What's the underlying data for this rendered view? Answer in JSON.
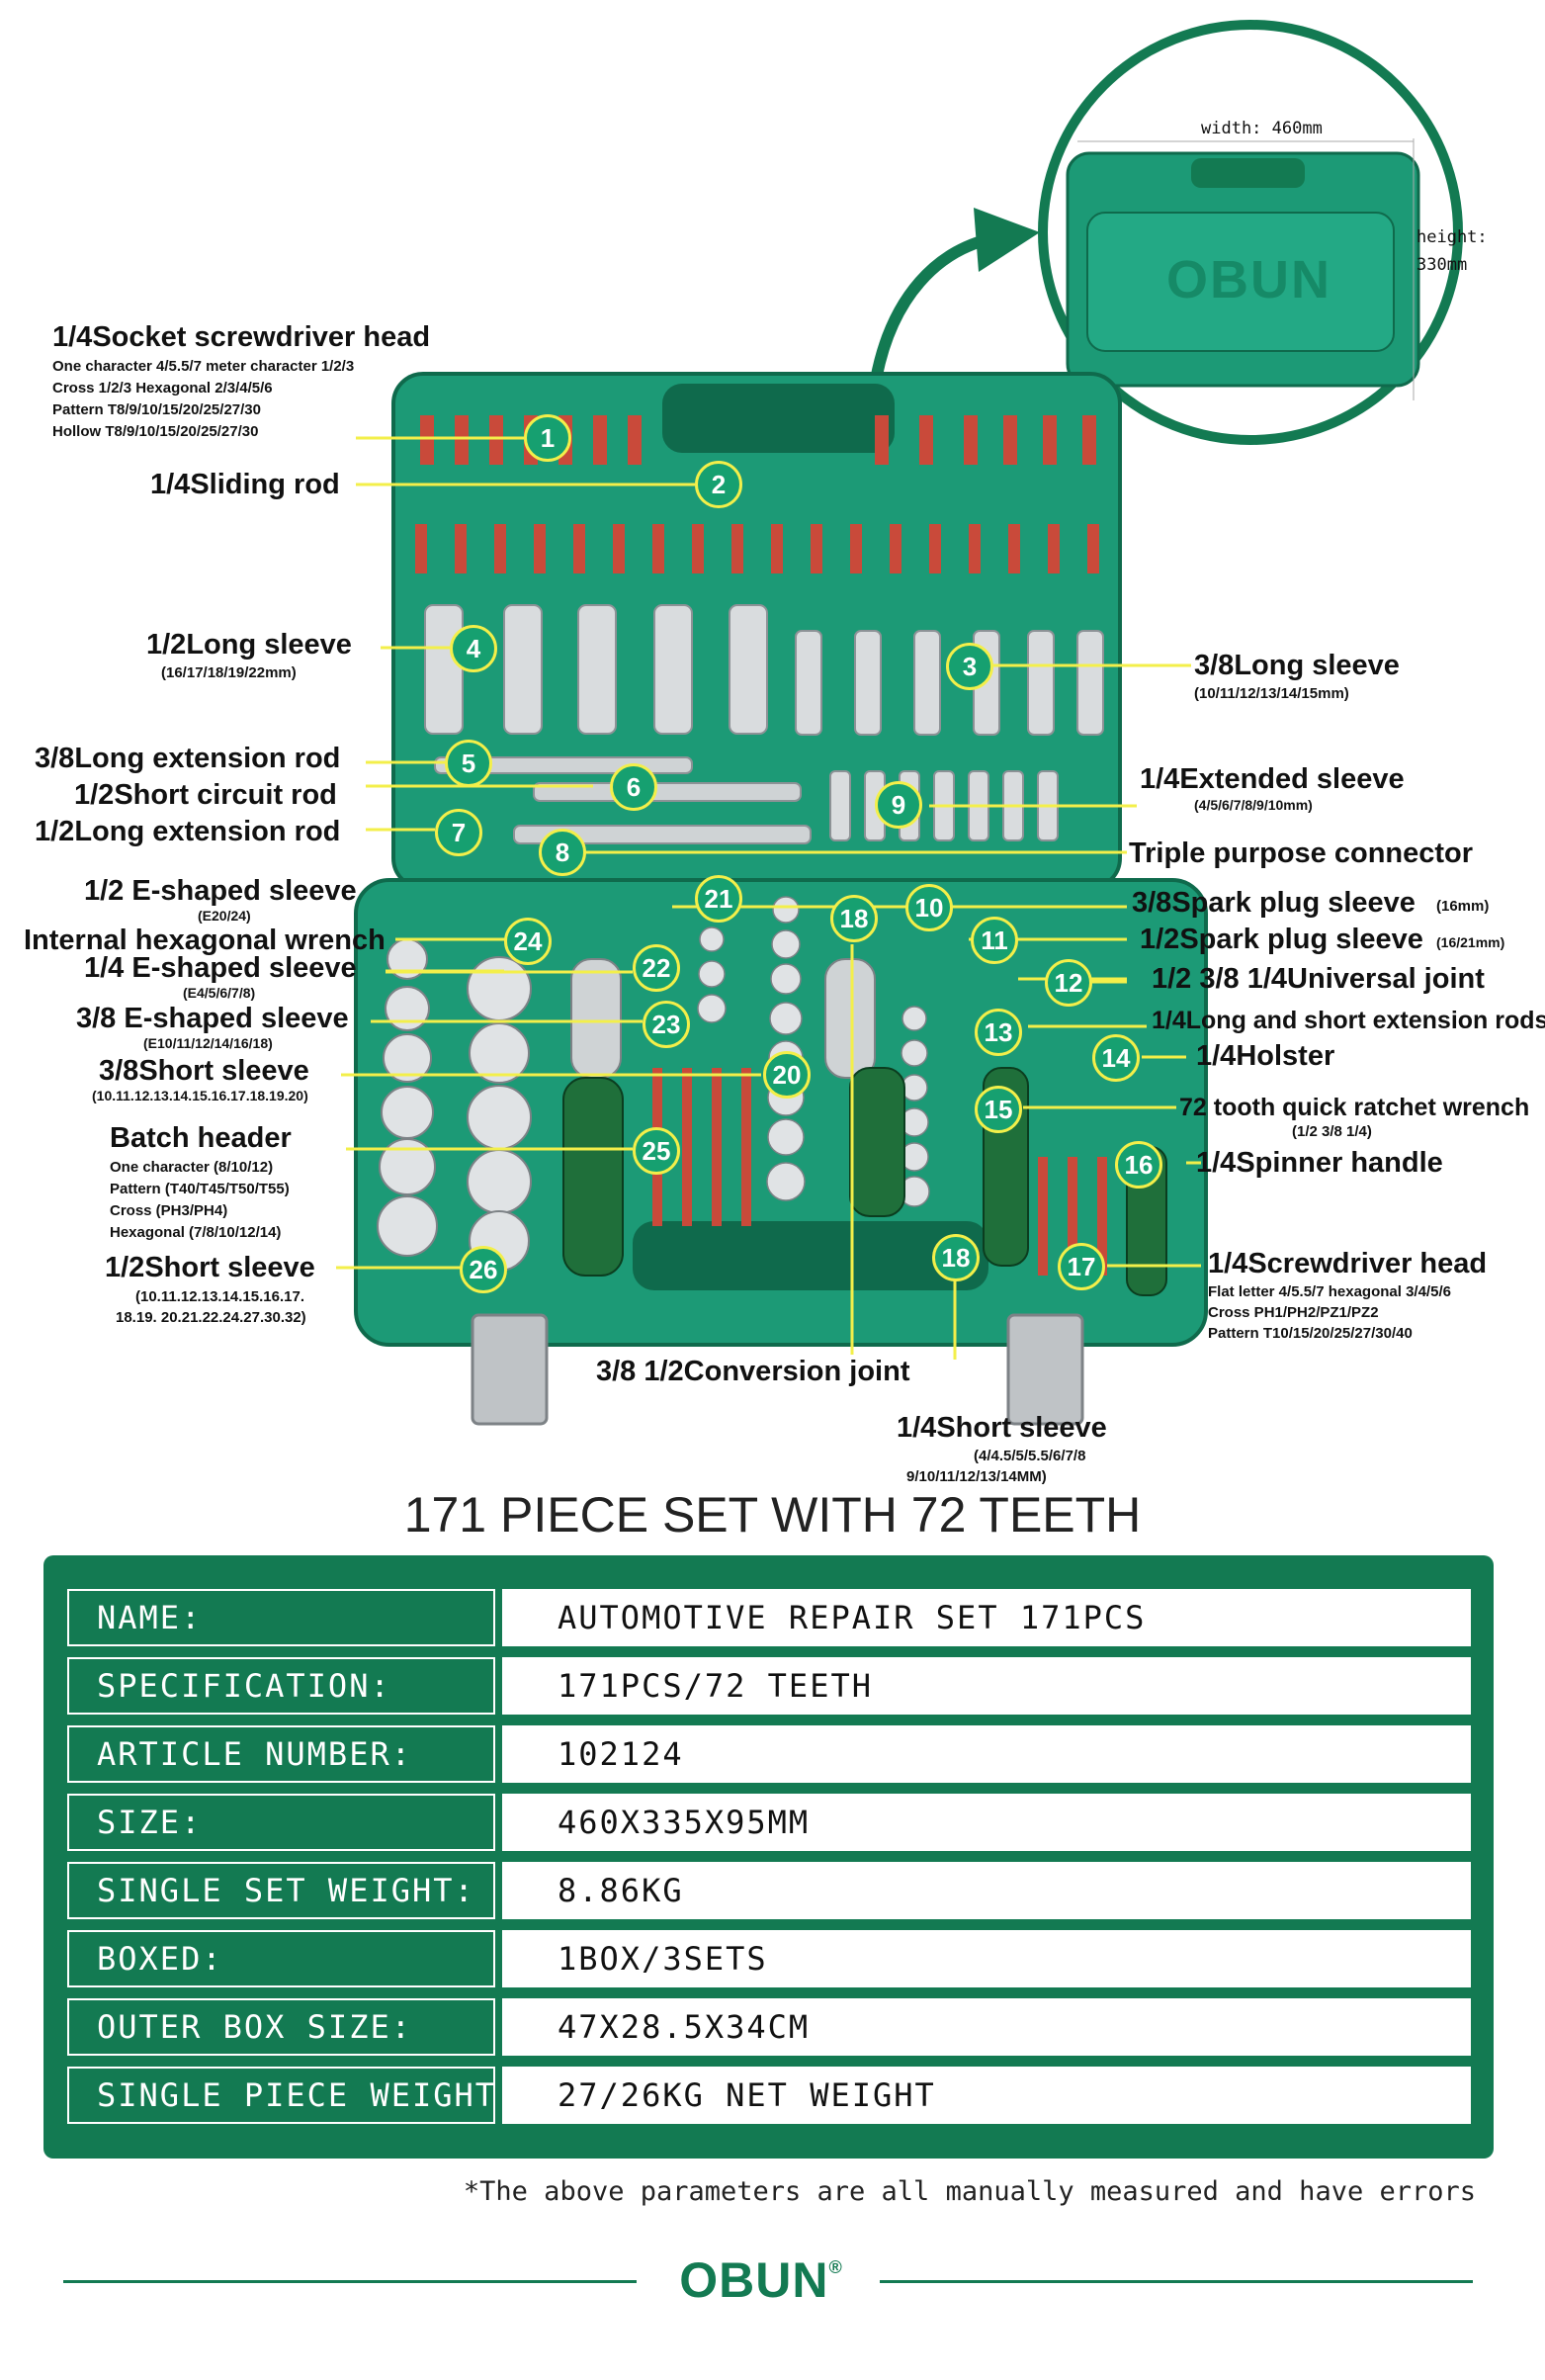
{
  "callouts": [
    {
      "n": "1"
    },
    {
      "n": "2"
    },
    {
      "n": "3"
    },
    {
      "n": "4"
    },
    {
      "n": "5"
    },
    {
      "n": "6"
    },
    {
      "n": "7"
    },
    {
      "n": "8"
    },
    {
      "n": "9"
    },
    {
      "n": "10"
    },
    {
      "n": "11"
    },
    {
      "n": "12"
    },
    {
      "n": "13"
    },
    {
      "n": "14"
    },
    {
      "n": "15"
    },
    {
      "n": "16"
    },
    {
      "n": "17"
    },
    {
      "n": "18"
    },
    {
      "n": "18"
    },
    {
      "n": "20"
    },
    {
      "n": "21"
    },
    {
      "n": "22"
    },
    {
      "n": "23"
    },
    {
      "n": "24"
    },
    {
      "n": "25"
    },
    {
      "n": "26"
    }
  ],
  "inset": {
    "width_label": "width: 460mm",
    "height_label": "height:",
    "height_value": "330mm",
    "case_brand": "OBUN"
  },
  "labels": {
    "l1_title": "1/4Socket screwdriver head",
    "l1_line1": "One character 4/5.5/7 meter character 1/2/3",
    "l1_line2": "Cross 1/2/3 Hexagonal 2/3/4/5/6",
    "l1_line3": "Pattern T8/9/10/15/20/25/27/30",
    "l1_line4": "Hollow T8/9/10/15/20/25/27/30",
    "l2_title": "1/4Sliding rod",
    "l4_title": "1/2Long sleeve",
    "l4_sub": "(16/17/18/19/22mm)",
    "l3_title": "3/8Long sleeve",
    "l3_sub": "(10/11/12/13/14/15mm)",
    "l5_title": "3/8Long extension rod",
    "l6_title": "1/2Short circuit rod",
    "l7_title": "1/2Long extension rod",
    "l9_title": "1/4Extended sleeve",
    "l9_sub": "(4/5/6/7/8/9/10mm)",
    "l8_title": "Triple purpose connector",
    "l21_title": "1/2 E-shaped sleeve",
    "l21_sub": "(E20/24)",
    "l24_title": "Internal hexagonal wrench",
    "l22_title": "1/4 E-shaped sleeve",
    "l22_sub": "(E4/5/6/7/8)",
    "l23_title": "3/8 E-shaped sleeve",
    "l23_sub": "(E10/11/12/14/16/18)",
    "l20_title": "3/8Short sleeve",
    "l20_sub": "(10.11.12.13.14.15.16.17.18.19.20)",
    "l25_title": "Batch header",
    "l25_line1": "One character (8/10/12)",
    "l25_line2": "Pattern (T40/T45/T50/T55)",
    "l25_line3": "Cross (PH3/PH4)",
    "l25_line4": "Hexagonal (7/8/10/12/14)",
    "l26_title": "1/2Short sleeve",
    "l26_line1": "(10.11.12.13.14.15.16.17.",
    "l26_line2": "18.19. 20.21.22.24.27.30.32)",
    "l10_title": "3/8Spark plug sleeve",
    "l10_sub": "(16mm)",
    "l11_title": "1/2Spark plug sleeve",
    "l11_sub": "(16/21mm)",
    "l12_title": "1/2 3/8 1/4Universal joint",
    "l13_title": "1/4Long and short extension rods",
    "l14_title": "1/4Holster",
    "l15_title": "72 tooth quick ratchet wrench",
    "l15_sub": "(1/2 3/8 1/4)",
    "l16_title": "1/4Spinner handle",
    "l17_title": "1/4Screwdriver head",
    "l17_line1": "Flat letter 4/5.5/7 hexagonal 3/4/5/6",
    "l17_line2": "Cross PH1/PH2/PZ1/PZ2",
    "l17_line3": "Pattern T10/15/20/25/27/30/40",
    "l18_title": "3/8 1/2Conversion joint",
    "l19_title": "1/4Short sleeve",
    "l19_line1": "(4/4.5/5/5.5/6/7/8",
    "l19_line2": "9/10/11/12/13/14MM)"
  },
  "headline": "171 PIECE SET WITH 72 TEETH",
  "spec_table": {
    "rows": [
      {
        "label": "NAME:",
        "value": "AUTOMOTIVE REPAIR SET 171PCS"
      },
      {
        "label": "SPECIFICATION:",
        "value": "171PCS/72 TEETH"
      },
      {
        "label": "ARTICLE NUMBER:",
        "value": "102124"
      },
      {
        "label": "SIZE:",
        "value": "460X335X95MM"
      },
      {
        "label": "SINGLE SET WEIGHT:",
        "value": "8.86KG"
      },
      {
        "label": "BOXED:",
        "value": "1BOX/3SETS"
      },
      {
        "label": "OUTER BOX SIZE:",
        "value": "47X28.5X34CM"
      },
      {
        "label": "SINGLE PIECE WEIGHT:",
        "value": "27/26KG NET WEIGHT"
      }
    ]
  },
  "disclaimer": "*The above parameters are all manually measured and have errors",
  "footer": {
    "brand": "OBUN",
    "mark": "®"
  },
  "colors": {
    "case_green": "#1c9a76",
    "panel_green": "#137a52",
    "callout_line": "#f3ef4a",
    "callout_fill": "#16a070"
  }
}
